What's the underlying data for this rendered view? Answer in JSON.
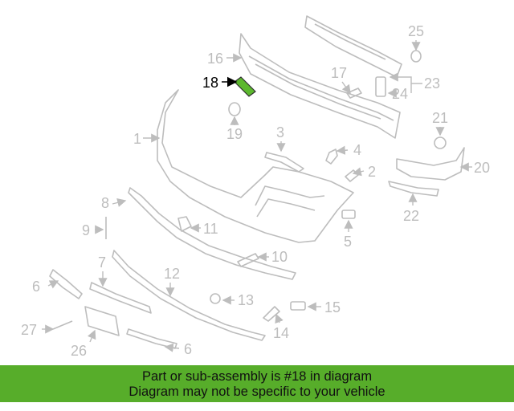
{
  "callouts": {
    "c1": "1",
    "c2": "2",
    "c3": "3",
    "c4": "4",
    "c5": "5",
    "c6a": "6",
    "c6b": "6",
    "c7": "7",
    "c8": "8",
    "c9": "9",
    "c10": "10",
    "c11": "11",
    "c12": "12",
    "c13": "13",
    "c14": "14",
    "c15": "15",
    "c16": "16",
    "c17": "17",
    "c18": "18",
    "c19": "19",
    "c20": "20",
    "c21": "21",
    "c22": "22",
    "c23": "23",
    "c24": "24",
    "c25": "25",
    "c26": "26",
    "c27": "27"
  },
  "highlight": {
    "part": "18",
    "color": "#5cb82e"
  },
  "banner": {
    "line1": "Part or sub-assembly is #18 in diagram",
    "line2": "Diagram may not be specific to your vehicle",
    "color": "#57ad2a"
  }
}
